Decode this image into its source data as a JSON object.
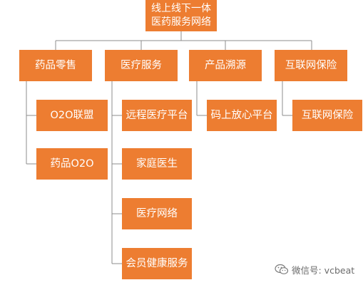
{
  "diagram": {
    "root": "线上线下一体\n医药服务网络",
    "categories": [
      {
        "label": "药品零售",
        "children": [
          "O2O联盟",
          "药品O2O"
        ]
      },
      {
        "label": "医疗服务",
        "children": [
          "远程医疗平台",
          "家庭医生",
          "医疗网络",
          "会员健康服务"
        ]
      },
      {
        "label": "产品溯源",
        "children": [
          "码上放心平台"
        ]
      },
      {
        "label": "互联网保险",
        "children": [
          "互联网保险"
        ]
      }
    ],
    "colors": {
      "box_fill": "#ED7D31",
      "box_text": "#FFFFFF",
      "connector": "#8C8C8C"
    }
  },
  "watermark": {
    "icon": "wechat-icon",
    "text": "微信号: vcbeat"
  }
}
